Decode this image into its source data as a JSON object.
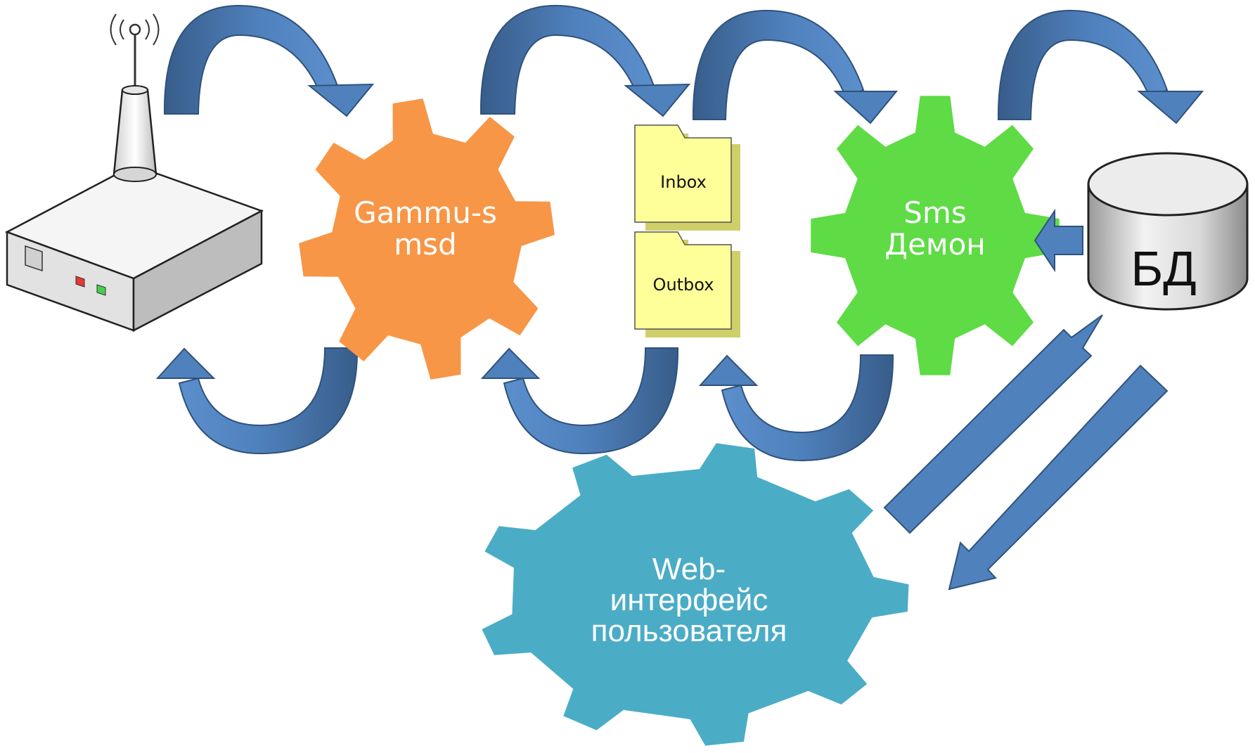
{
  "nodes": {
    "gammu": {
      "lines": [
        "Gammu-s",
        "msd"
      ],
      "color": "#F79646"
    },
    "inbox": {
      "label": "Inbox"
    },
    "outbox": {
      "label": "Outbox"
    },
    "sms_daemon": {
      "lines": [
        "Sms",
        "Демон"
      ],
      "color": "#5EDB45"
    },
    "database": {
      "label": "БД"
    },
    "web_ui": {
      "lines": [
        "Web-",
        "интерфейс",
        "пользователя"
      ],
      "color": "#4BACC6"
    }
  },
  "colors": {
    "arrow": "#4F81BD",
    "arrow_dark": "#385D8A",
    "folder": "#FFFF99"
  }
}
